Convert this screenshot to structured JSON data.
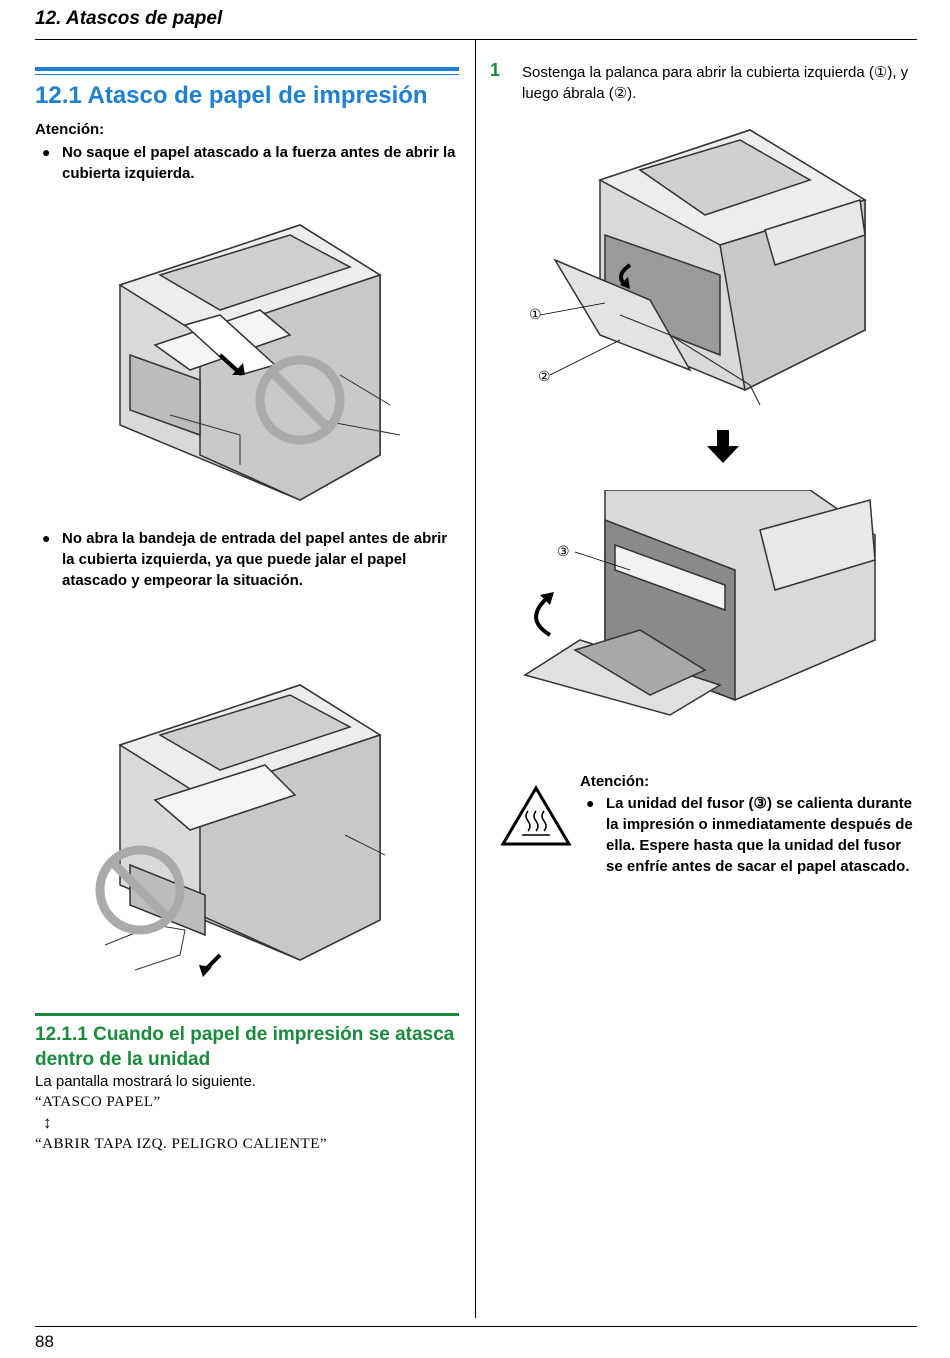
{
  "header": {
    "title": "12. Atascos de papel"
  },
  "section": {
    "title": "12.1 Atasco de papel de impresión",
    "attention_label": "Atención:",
    "bullets": [
      "No saque el papel atascado a la fuerza antes de abrir la cubierta izquierda.",
      "No abra la bandeja de entrada del papel antes de abrir la cubierta izquierda, ya que puede jalar el papel atascado y empeorar la situación."
    ]
  },
  "subsection": {
    "title": "12.1.1 Cuando el papel de impresión se atasca dentro de la unidad",
    "intro": "La pantalla mostrará lo siguiente.",
    "display_line1": "“ATASCO PAPEL”",
    "toggle_symbol": "↕",
    "display_line2": "“ABRIR TAPA IZQ. PELIGRO CALIENTE”"
  },
  "step1": {
    "number": "1",
    "text_line1": "Sostenga la palanca para abrir la cubierta izquierda (①), y",
    "text_line2": "luego ábrala (②).",
    "callouts": [
      "①",
      "②",
      "③"
    ]
  },
  "caution": {
    "label": "Atención:",
    "text": "La unidad del fusor (③) se calienta durante la impresión o inmediatamente después de ella. Espere hasta que la unidad del fusor se enfríe antes de sacar el papel atascado."
  },
  "footer": {
    "page_number": "88"
  },
  "colors": {
    "section_blue": "#1f7fd1",
    "subsection_green": "#1a8a3c"
  }
}
